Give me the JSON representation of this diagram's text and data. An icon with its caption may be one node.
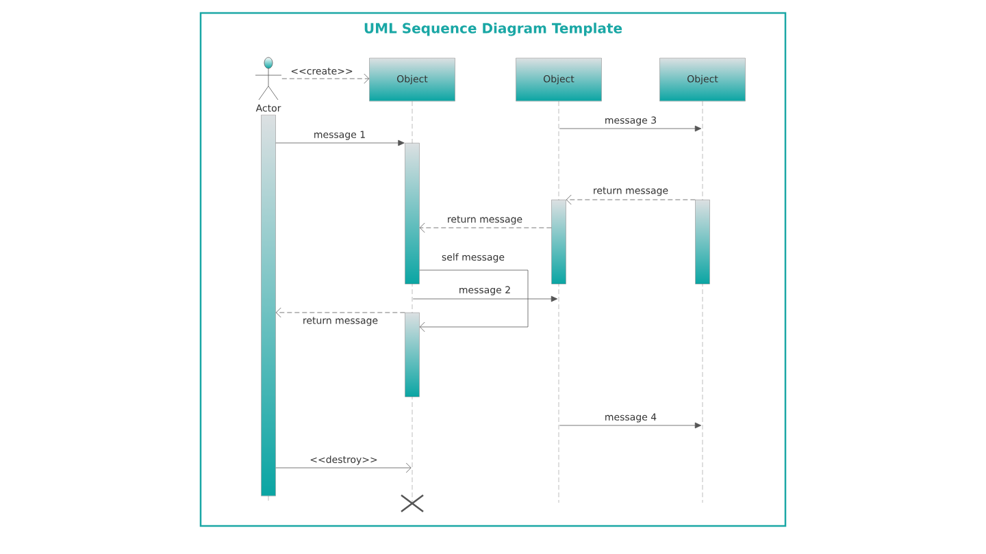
{
  "diagram": {
    "title": "UML Sequence Diagram Template",
    "nodes": [
      {
        "text": [
          "Actor"
        ]
      },
      {
        "text": [
          "Object"
        ]
      },
      {
        "text": [
          "Object"
        ]
      },
      {
        "text": [
          "Object"
        ]
      },
      {
        "text": [],
        "shape": "line"
      },
      {
        "text": [],
        "shape": "line"
      },
      {
        "text": [],
        "shape": "line"
      },
      {
        "text": [],
        "shape": "line"
      },
      {
        "text": [],
        "shape": "bar"
      },
      {
        "text": [],
        "shape": "bar"
      },
      {
        "text": [],
        "shape": "bar"
      },
      {
        "text": [],
        "shape": "bar"
      },
      {
        "text": [],
        "shape": "bar"
      },
      {
        "text": [],
        "shape": "cross"
      }
    ],
    "edges": [
      {
        "from": 0,
        "to": 1,
        "arrow": "to",
        "label": "<<create>>",
        "style": "dashed"
      },
      {
        "from": 8,
        "to": 9,
        "arrow": "to",
        "label": "message 1"
      },
      {
        "from": 11,
        "to": 10,
        "arrow": "to",
        "label": "return message",
        "style": "dashed"
      },
      {
        "from": 10,
        "to": 9,
        "arrow": "to",
        "label": "return message",
        "style": "dashed"
      },
      {
        "from": 9,
        "to": 12,
        "arrow": "to",
        "label": "self message"
      },
      {
        "from": 5,
        "to": 6,
        "arrow": "to",
        "label": "message 2"
      },
      {
        "from": 12,
        "to": 8,
        "arrow": "to",
        "label": "return message",
        "style": "dashed"
      },
      {
        "from": 6,
        "to": 7,
        "arrow": "to",
        "label": "message 3"
      },
      {
        "from": 6,
        "to": 7,
        "arrow": "to",
        "label": "message 4"
      },
      {
        "from": 8,
        "to": 5,
        "arrow": "to",
        "label": "<<destroy>>"
      }
    ]
  }
}
